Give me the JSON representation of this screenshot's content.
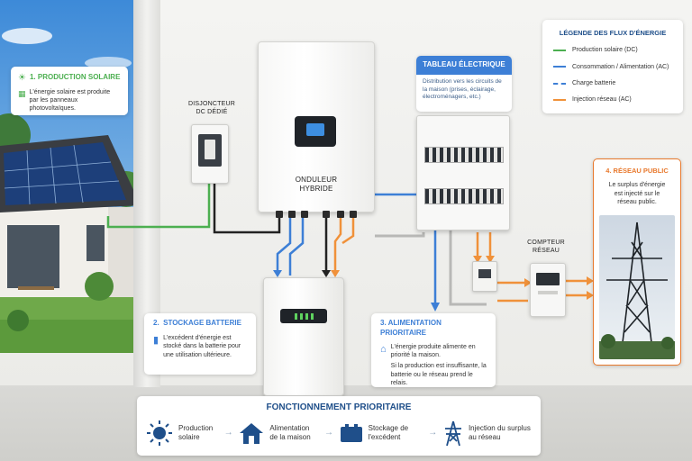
{
  "colors": {
    "solar_dc": "#4caf50",
    "consumption_ac": "#3d7fd6",
    "battery_charge": "#3d7fd6",
    "grid_injection": "#f0913a",
    "title_blue": "#1f4f8a",
    "grid_card_orange": "#e8792d"
  },
  "solar_card": {
    "icon": "sun-icon",
    "title": "1. PRODUCTION SOLAIRE",
    "text": "L'énergie solaire est produite par les panneaux photovoltaïques.",
    "panel_icon": "solar-panel-icon"
  },
  "disjoncteur": {
    "line1": "DISJONCTEUR",
    "line2": "DC DÉDIÉ"
  },
  "inverter": {
    "line1": "ONDULEUR",
    "line2": "HYBRIDE"
  },
  "tableau": {
    "title": "TABLEAU ÉLECTRIQUE",
    "text": "Distribution vers les circuits de la maison (prises, éclairage, électroménagers, etc.)"
  },
  "legend": {
    "title": "LÉGENDE DES FLUX D'ÉNERGIE",
    "items": [
      {
        "label": "Production solaire (DC)",
        "style": "solid",
        "color": "#4caf50"
      },
      {
        "label": "Consommation / Alimentation (AC)",
        "style": "solid",
        "color": "#3d7fd6"
      },
      {
        "label": "Charge batterie",
        "style": "dashed",
        "color": "#3d7fd6"
      },
      {
        "label": "Injection réseau (AC)",
        "style": "solid",
        "color": "#f0913a"
      }
    ]
  },
  "compteur": {
    "line1": "COMPTEUR",
    "line2": "RÉSEAU"
  },
  "grid_card": {
    "title": "4. RÉSEAU PUBLIC",
    "text": "Le surplus d'énergie est injecté sur le réseau public.",
    "icon": "power-pylon-icon"
  },
  "battery_card": {
    "title": "2.  STOCKAGE BATTERIE",
    "text": "L'excédent d'énergie est stocké dans la batterie pour une utilisation ultérieure.",
    "icon": "battery-icon"
  },
  "alim_card": {
    "title": "3. ALIMENTATION PRIORITAIRE",
    "text1": "L'énergie produite alimente en priorité la maison.",
    "text2": "Si la production est insuffisante, la batterie ou le réseau prend le relais.",
    "icon": "house-icon"
  },
  "bottom": {
    "title": "FONCTIONNEMENT PRIORITAIRE",
    "steps": [
      {
        "icon": "sun-icon",
        "label": "Production solaire"
      },
      {
        "icon": "house-icon",
        "label": "Alimentation de la maison"
      },
      {
        "icon": "battery-icon",
        "label": "Stockage de l'excédent"
      },
      {
        "icon": "power-pylon-icon",
        "label": "Injection du surplus au réseau"
      }
    ],
    "arrow": "→"
  }
}
